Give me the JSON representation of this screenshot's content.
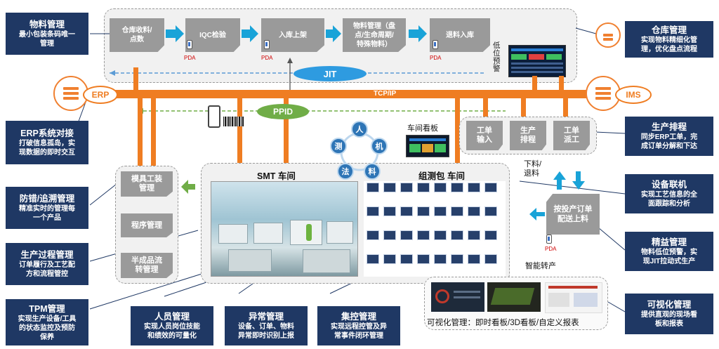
{
  "callouts_left": [
    {
      "title": "物料管理",
      "desc": "最小包装条码唯一\n管理"
    },
    {
      "title": "ERP系统对接",
      "desc": "打破信息孤岛，实\n现数据的即时交互"
    },
    {
      "title": "防错/追溯管理",
      "desc": "精准实时的管理每\n一个产品"
    },
    {
      "title": "生产过程管理",
      "desc": "订单履行及工艺配\n方和流程管控"
    },
    {
      "title": "TPM管理",
      "desc": "实现生产设备/工具\n的状态监控及预防\n保养"
    }
  ],
  "callouts_bottom": [
    {
      "title": "人员管理",
      "desc": "实现人员岗位技能\n和绩效的可量化"
    },
    {
      "title": "异常管理",
      "desc": "设备、订单、物料\n异常即时识别上报"
    },
    {
      "title": "集控管理",
      "desc": "实现远程控管及异\n常事件闭环管理"
    }
  ],
  "callouts_right": [
    {
      "title": "仓库管理",
      "desc": "实现物料精细化管\n理，优化盘点流程"
    },
    {
      "title": "生产排程",
      "desc": "同步ERP工单，完\n成订单分解和下达"
    },
    {
      "title": "设备联机",
      "desc": "实现工艺信息的全\n面跟踪和分析"
    },
    {
      "title": "精益管理",
      "desc": "物料低位预警，实\n现JIT拉动式生产"
    },
    {
      "title": "可视化管理",
      "desc": "提供直观的现场看\n板和报表"
    }
  ],
  "warehouse_flow": [
    "仓库收料/\n点数",
    "IQC检验",
    "入库上架",
    "物料管理（盘\n点/生命周期/\n特殊物料）",
    "退料入库"
  ],
  "pda_label": "PDA",
  "low_stock_warning": "低\n位\n预\n警",
  "jit_label": "JIT",
  "bus_label": "TCP/IP",
  "ppid_label": "PPID",
  "erp_label": "ERP",
  "ims_label": "IMS",
  "left_panel": [
    "模具工装\n管理",
    "程序管理",
    "半成品流\n转管理"
  ],
  "scheduling": [
    "工单\n输入",
    "生产\n排程",
    "工单\n派工"
  ],
  "workshop_board_label": "车间看板",
  "smt_label": "SMT 车间",
  "assembly_label": "组测包 车间",
  "cycle_labels": [
    "人",
    "机",
    "料",
    "法",
    "测"
  ],
  "feed_label": "下料/\n退料",
  "dispatch_label": "按投产订单\n配送上料",
  "smart_transfer_label": "智能转产",
  "visual_caption": "可视化管理：即时看板/3D看板/自定义报表",
  "colors": {
    "navy": "#1f3864",
    "orange": "#ef7d22",
    "blue": "#2e75b6",
    "gray_box": "#9a9a9a",
    "cyan_arrow": "#19a3d8"
  }
}
